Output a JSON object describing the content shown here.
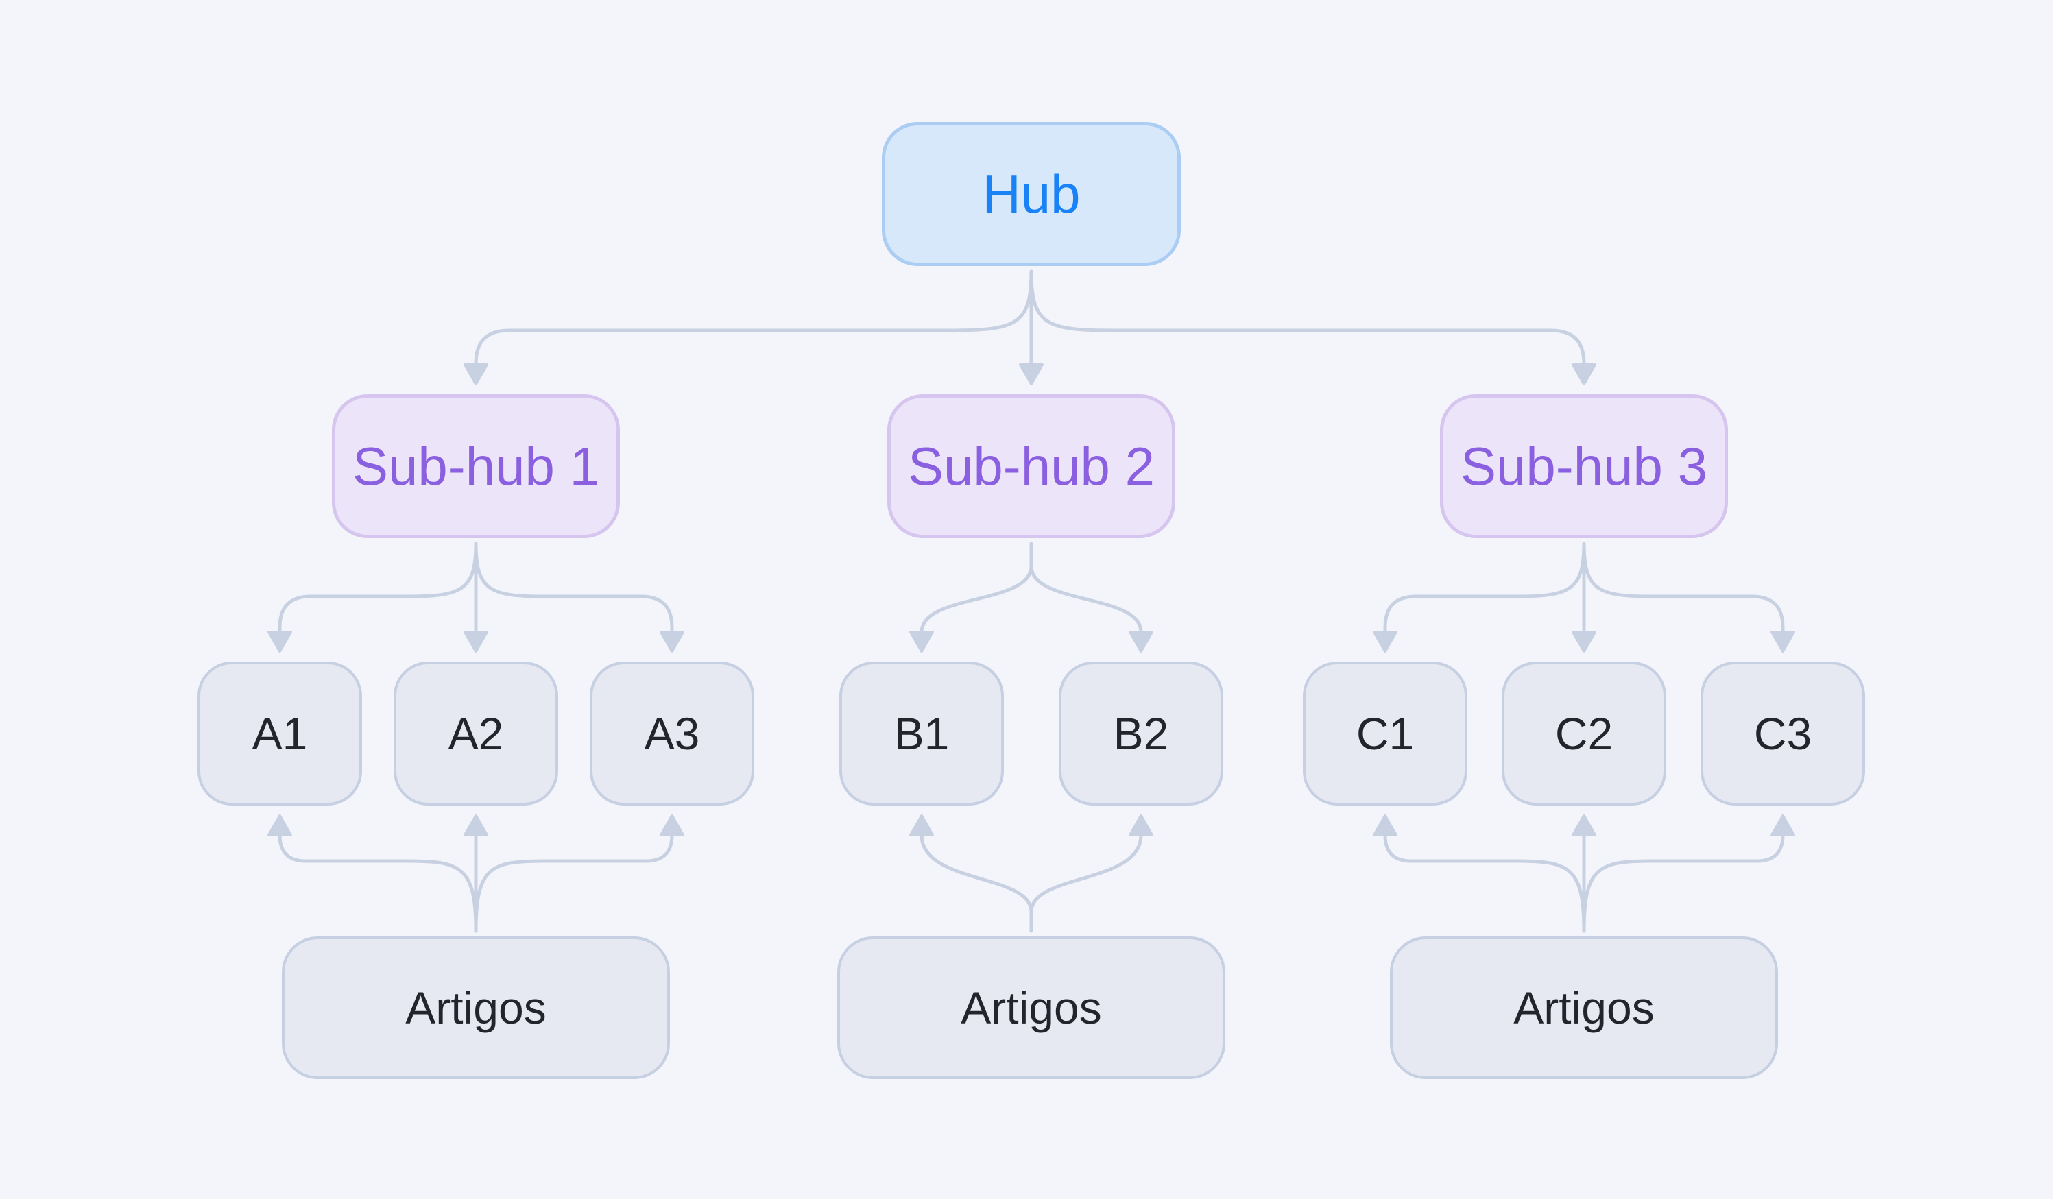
{
  "diagram": {
    "hub": {
      "label": "Hub"
    },
    "groups": [
      {
        "subhub": {
          "label": "Sub-hub 1"
        },
        "children": [
          {
            "label": "A1"
          },
          {
            "label": "A2"
          },
          {
            "label": "A3"
          }
        ],
        "source": {
          "label": "Artigos"
        }
      },
      {
        "subhub": {
          "label": "Sub-hub 2"
        },
        "children": [
          {
            "label": "B1"
          },
          {
            "label": "B2"
          }
        ],
        "source": {
          "label": "Artigos"
        }
      },
      {
        "subhub": {
          "label": "Sub-hub 3"
        },
        "children": [
          {
            "label": "C1"
          },
          {
            "label": "C2"
          },
          {
            "label": "C3"
          }
        ],
        "source": {
          "label": "Artigos"
        }
      }
    ],
    "colors": {
      "background": "#f3f5fa",
      "hub_fill": "#d8e8fb",
      "hub_border": "#abcdf4",
      "hub_text": "#1a82f7",
      "subhub_fill": "#ece4f8",
      "subhub_border": "#d6c5ef",
      "subhub_text": "#8a5fe0",
      "node_fill": "#e6e9f1",
      "node_border": "#c6d0e2",
      "node_text": "#23252d",
      "connector": "#c8d1e1"
    }
  }
}
